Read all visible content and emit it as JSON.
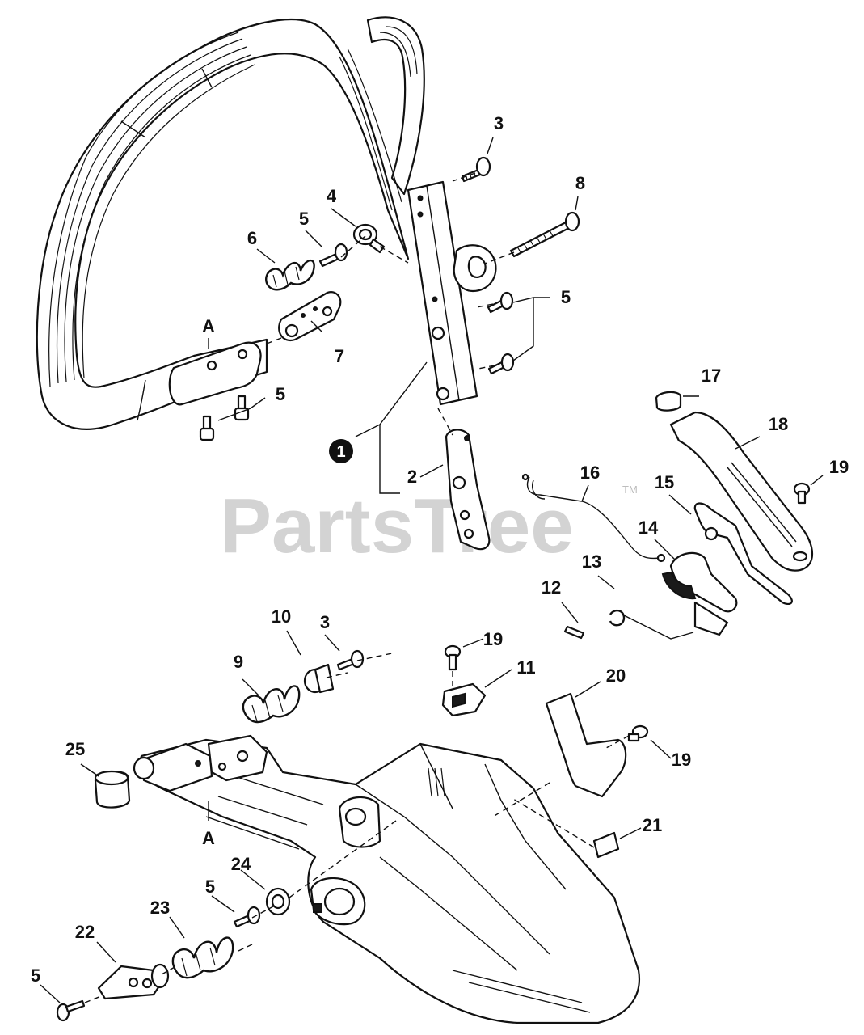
{
  "watermark": {
    "text": "PartsTree",
    "tm": "TM"
  },
  "callouts": {
    "c1": "1",
    "c2": "2",
    "c3a": "3",
    "c3b": "3",
    "c4": "4",
    "c5a": "5",
    "c5b": "5",
    "c5c": "5",
    "c5d": "5",
    "c5e": "5",
    "c6": "6",
    "c7": "7",
    "c8": "8",
    "c9": "9",
    "c10": "10",
    "c11": "11",
    "c12": "12",
    "c13": "13",
    "c14": "14",
    "c15": "15",
    "c16": "16",
    "c17": "17",
    "c18": "18",
    "c19a": "19",
    "c19b": "19",
    "c19c": "19",
    "c20": "20",
    "c21": "21",
    "c22": "22",
    "c23": "23",
    "c24": "24",
    "c25": "25",
    "refA1": "A",
    "refA2": "A"
  }
}
